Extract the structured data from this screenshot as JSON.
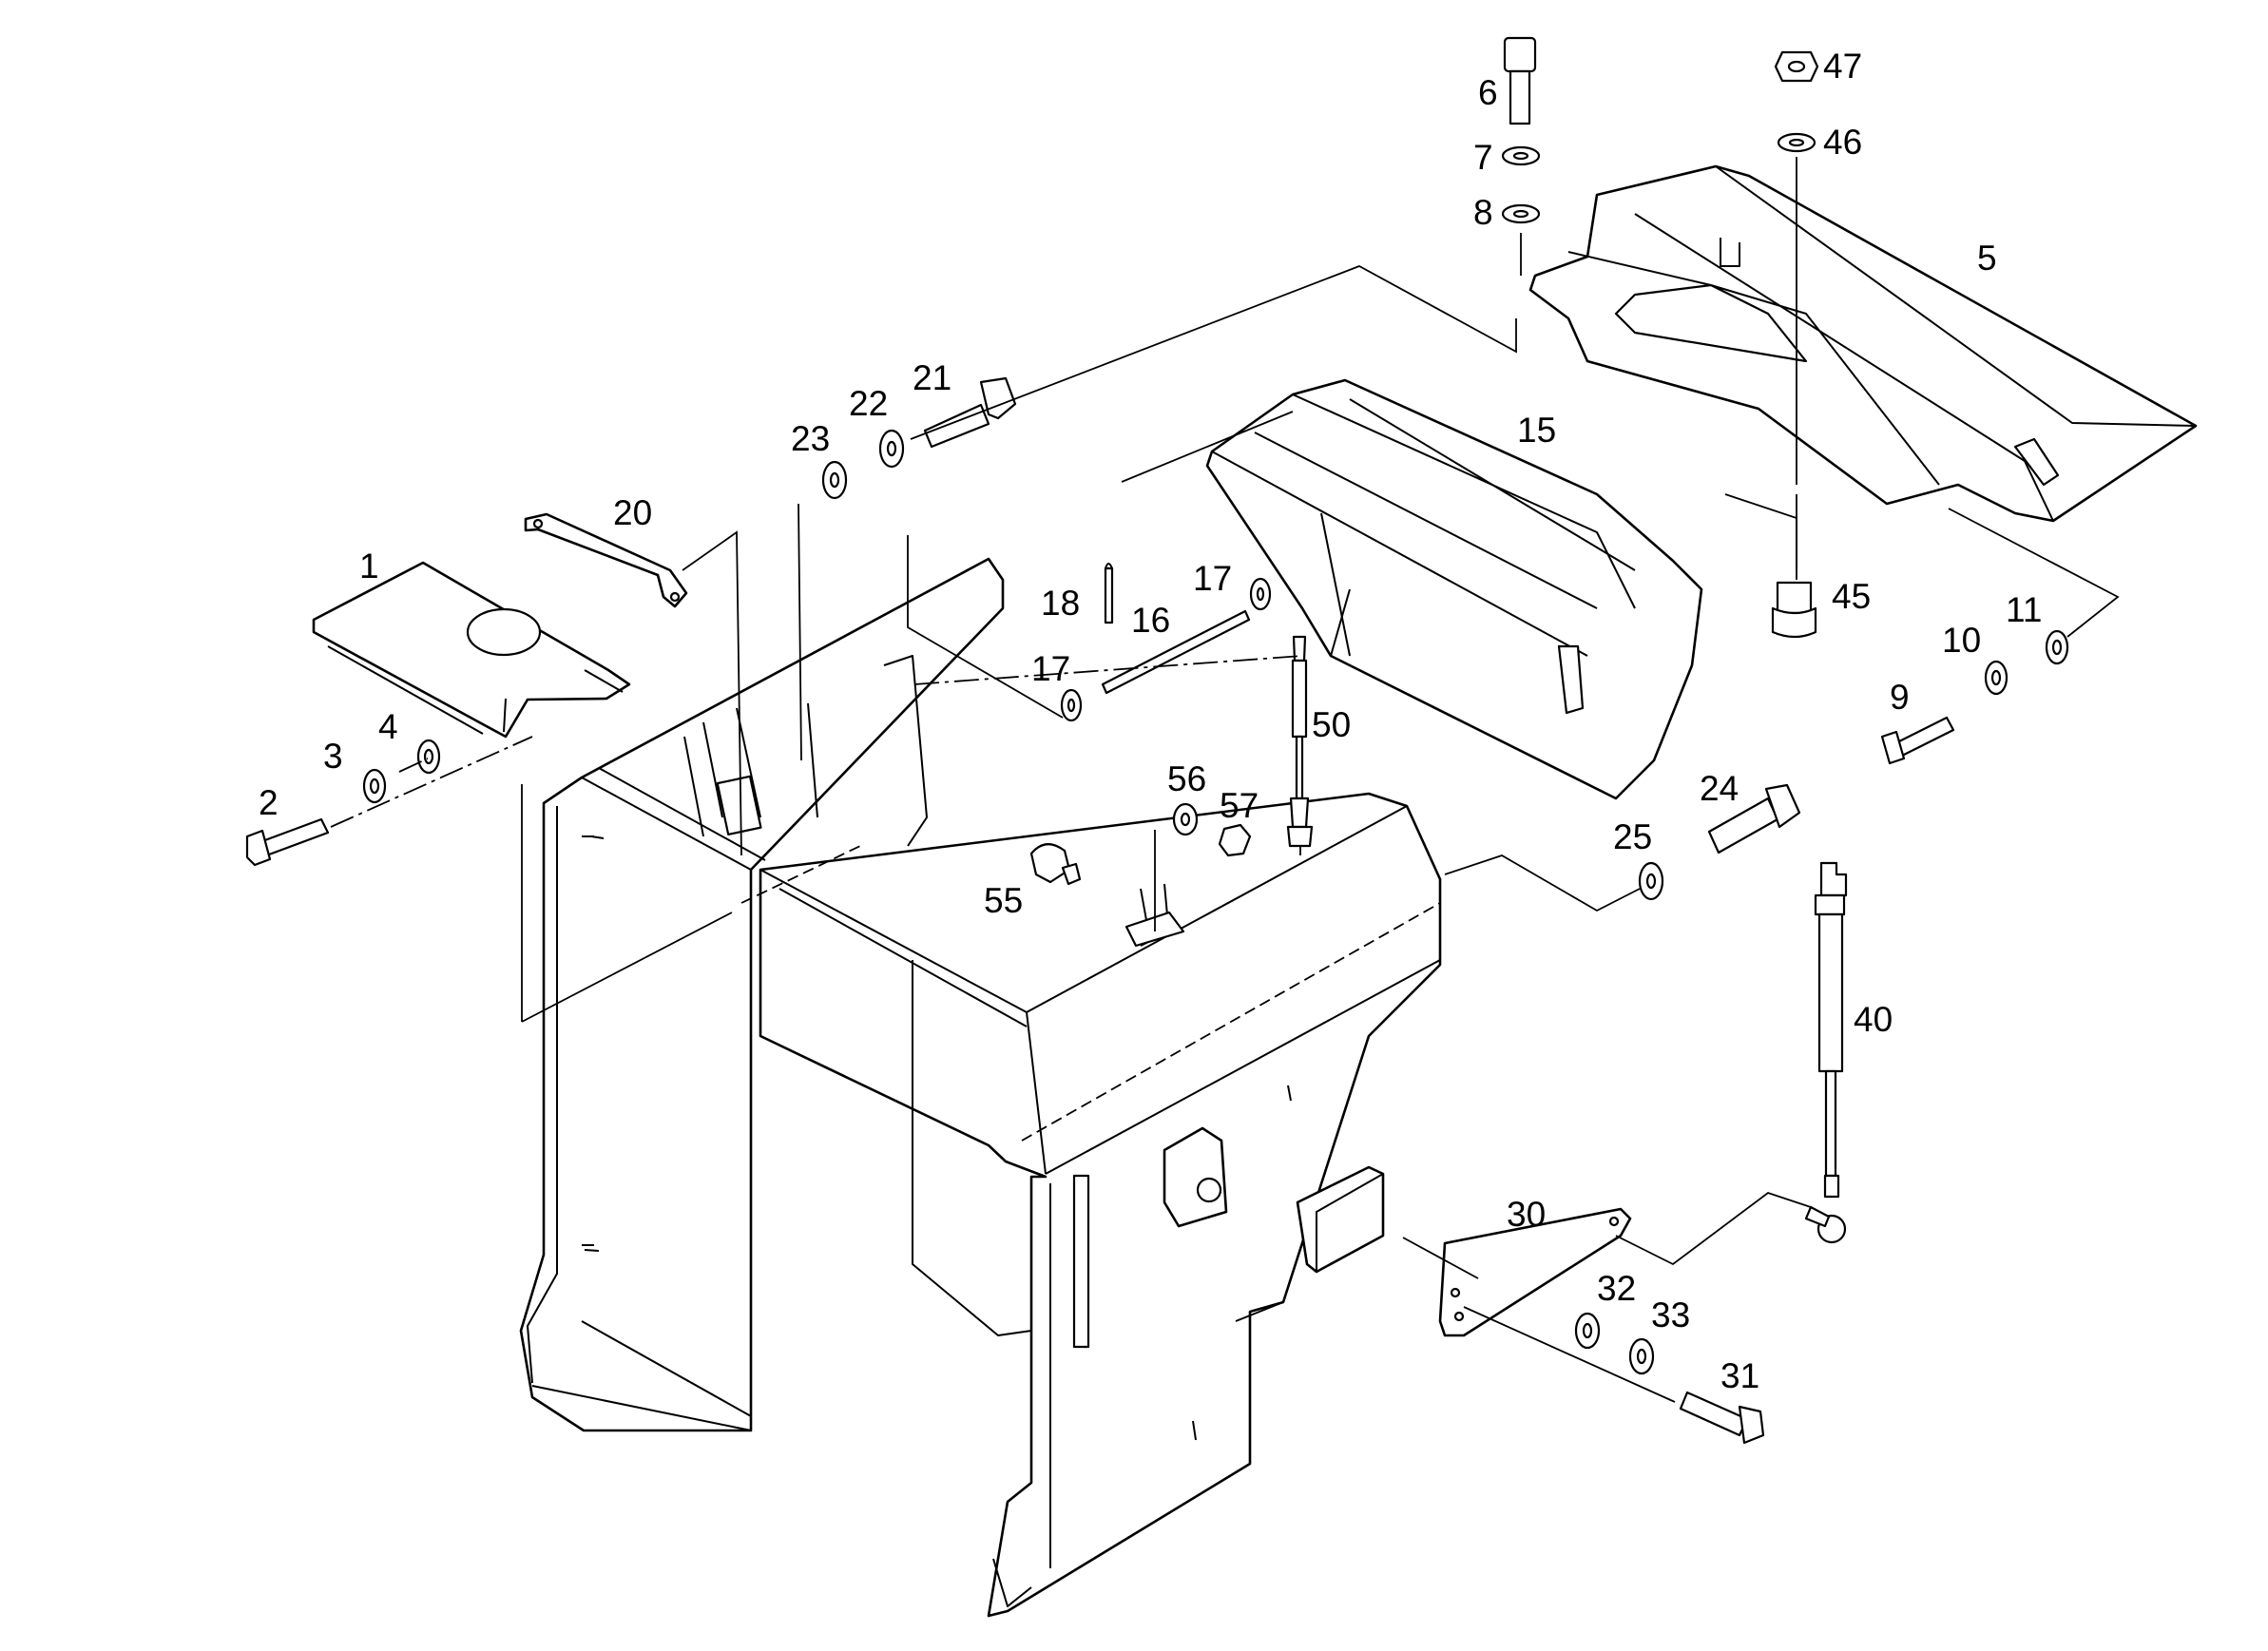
{
  "diagram": {
    "type": "exploded-parts-drawing",
    "callouts": [
      "1",
      "2",
      "3",
      "4",
      "5",
      "6",
      "7",
      "8",
      "9",
      "10",
      "11",
      "15",
      "16",
      "17",
      "17",
      "18",
      "20",
      "21",
      "22",
      "23",
      "24",
      "25",
      "30",
      "31",
      "32",
      "33",
      "40",
      "45",
      "46",
      "47",
      "50",
      "55",
      "56",
      "57"
    ]
  }
}
